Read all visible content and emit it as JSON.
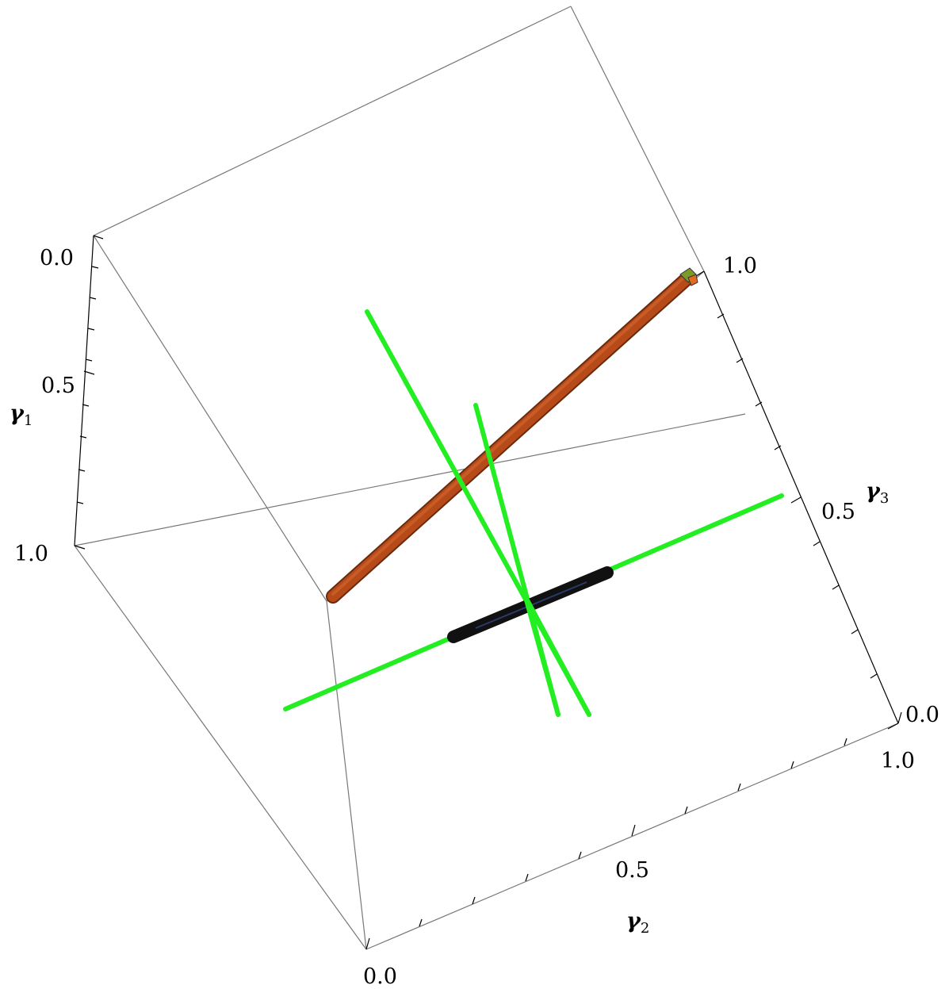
{
  "axes": {
    "gamma1": {
      "name": "γ",
      "sub": "1",
      "tick_start": "0.0",
      "tick_mid": "0.5",
      "tick_end": "1.0"
    },
    "gamma2": {
      "name": "γ",
      "sub": "2",
      "tick_start": "0.0",
      "tick_mid": "0.5",
      "tick_end": "1.0"
    },
    "gamma3": {
      "name": "γ",
      "sub": "3",
      "tick_start": "0.0",
      "tick_mid": "0.5",
      "tick_end": "1.0"
    }
  },
  "colors": {
    "frame": "#777777",
    "axis": "#000000",
    "green_line": "#22ee22",
    "tube": "#b64a18",
    "bar": "#111111",
    "cap_green": "#7a9a2a"
  }
}
